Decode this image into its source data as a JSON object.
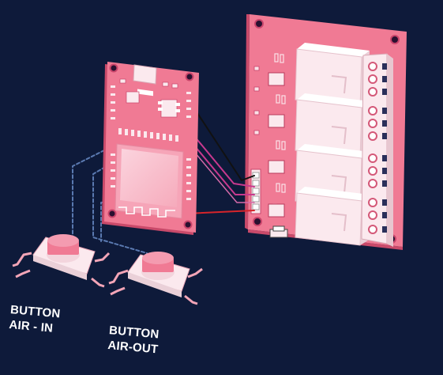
{
  "labels": {
    "button_in": {
      "line1": "BUTTON",
      "line2": "AIR - IN"
    },
    "button_out": {
      "line1": "BUTTON",
      "line2": "AIR-OUT"
    }
  },
  "colors": {
    "background": "#0e1a3a",
    "board_pink": "#f07a94",
    "board_dark": "#d85a78",
    "relay_white": "#fbe9ee",
    "wire_black": "#111111",
    "wire_magenta": "#c8398e",
    "wire_red": "#d6242a",
    "wire_blue_dashed": "#5a79b0"
  }
}
